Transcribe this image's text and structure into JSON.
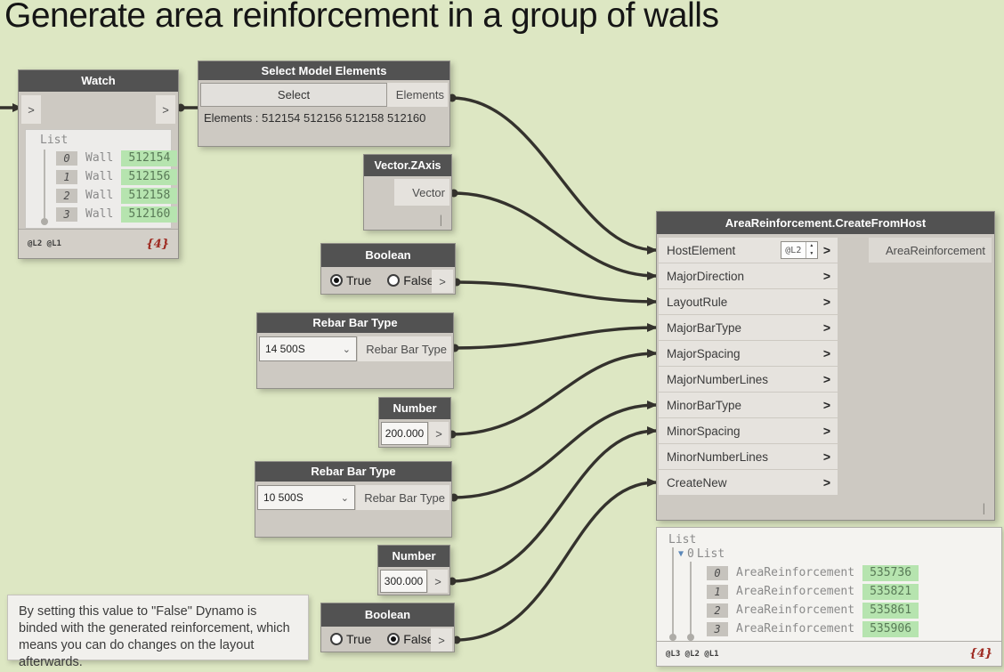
{
  "title": "Generate area reinforcement in a group of walls",
  "colors": {
    "canvas_bg": "#dde7c3",
    "node_header": "#525252",
    "node_body": "#cdc9c2",
    "port_box": "#e5e2dd",
    "value_highlight": "#b6e4af",
    "wire": "#34322d",
    "count_red": "#9e2a21"
  },
  "watch": {
    "title": "Watch",
    "input_port": ">",
    "output_port": ">",
    "list_label": "List",
    "items": [
      {
        "index": "0",
        "type": "Wall",
        "id": "512154"
      },
      {
        "index": "1",
        "type": "Wall",
        "id": "512156"
      },
      {
        "index": "2",
        "type": "Wall",
        "id": "512158"
      },
      {
        "index": "3",
        "type": "Wall",
        "id": "512160"
      }
    ],
    "footer_levels": "@L2 @L1",
    "footer_count": "{4}"
  },
  "select_model_elements": {
    "title": "Select Model Elements",
    "button_label": "Select",
    "output_port": "Elements",
    "body_text": "Elements : 512154 512156 512158 512160"
  },
  "vector_zaxis": {
    "title": "Vector.ZAxis",
    "output_port": "Vector",
    "lacing": "|"
  },
  "boolean_major": {
    "title": "Boolean",
    "true_label": "True",
    "false_label": "False",
    "selected": "True",
    "output_port": ">"
  },
  "rebar_major": {
    "title": "Rebar Bar Type",
    "dropdown_value": "14 500S",
    "dropdown_chevron": "⌄",
    "output_port": "Rebar Bar Type"
  },
  "number_major": {
    "title": "Number",
    "value": "200.000",
    "output_port": ">"
  },
  "rebar_minor": {
    "title": "Rebar Bar Type",
    "dropdown_value": "10 500S",
    "dropdown_chevron": "⌄",
    "output_port": "Rebar Bar Type"
  },
  "number_minor": {
    "title": "Number",
    "value": "300.000",
    "output_port": ">"
  },
  "boolean_create": {
    "title": "Boolean",
    "true_label": "True",
    "false_label": "False",
    "selected": "False",
    "output_port": ">"
  },
  "area_node": {
    "title": "AreaReinforcement.CreateFromHost",
    "host_level": "@L2",
    "inputs": [
      {
        "label": "HostElement",
        "chevron": ">"
      },
      {
        "label": "MajorDirection",
        "chevron": ">"
      },
      {
        "label": "LayoutRule",
        "chevron": ">"
      },
      {
        "label": "MajorBarType",
        "chevron": ">"
      },
      {
        "label": "MajorSpacing",
        "chevron": ">"
      },
      {
        "label": "MajorNumberLines",
        "chevron": ">"
      },
      {
        "label": "MinorBarType",
        "chevron": ">"
      },
      {
        "label": "MinorSpacing",
        "chevron": ">"
      },
      {
        "label": "MinorNumberLines",
        "chevron": ">"
      },
      {
        "label": "CreateNew",
        "chevron": ">"
      }
    ],
    "output_port": "AreaReinforcement",
    "lacing": "|"
  },
  "result": {
    "root_label": "List",
    "sub_index": "0",
    "sub_label": "List",
    "items": [
      {
        "index": "0",
        "type": "AreaReinforcement",
        "id": "535736"
      },
      {
        "index": "1",
        "type": "AreaReinforcement",
        "id": "535821"
      },
      {
        "index": "2",
        "type": "AreaReinforcement",
        "id": "535861"
      },
      {
        "index": "3",
        "type": "AreaReinforcement",
        "id": "535906"
      }
    ],
    "footer_levels": "@L3 @L2 @L1",
    "footer_count": "{4}"
  },
  "note": {
    "text": "By setting this value to \"False\" Dynamo is binded with the generated reinforcement, which means you can do changes on the layout afterwards."
  }
}
